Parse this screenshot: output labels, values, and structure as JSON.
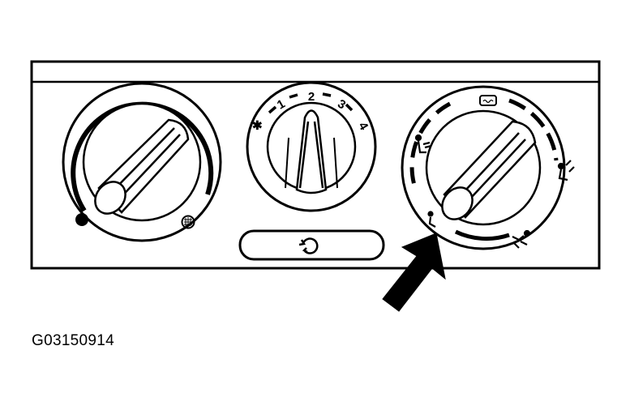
{
  "figure_id": "G03150914",
  "fan_speed_knob": {
    "labels": [
      "✱",
      "1",
      "2",
      "3",
      "4"
    ]
  },
  "colors": {
    "ink": "#000000",
    "background": "#ffffff"
  }
}
